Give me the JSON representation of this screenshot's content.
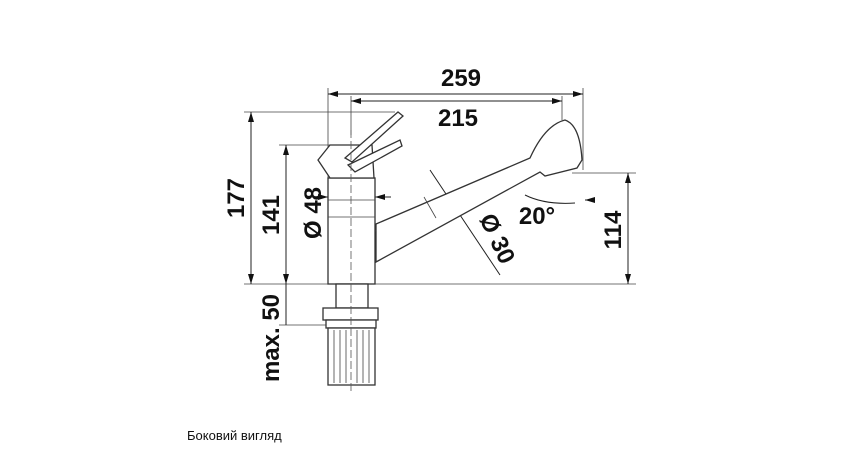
{
  "dimensions": {
    "overall_length": "259",
    "spout_reach": "215",
    "overall_height": "177",
    "body_height": "141",
    "body_diameter": "Ø 48",
    "spout_diameter": "Ø 30",
    "spray_angle": "20°",
    "outlet_height": "114",
    "max_deck_thickness": "max. 50"
  },
  "caption": "Боковий вигляд"
}
